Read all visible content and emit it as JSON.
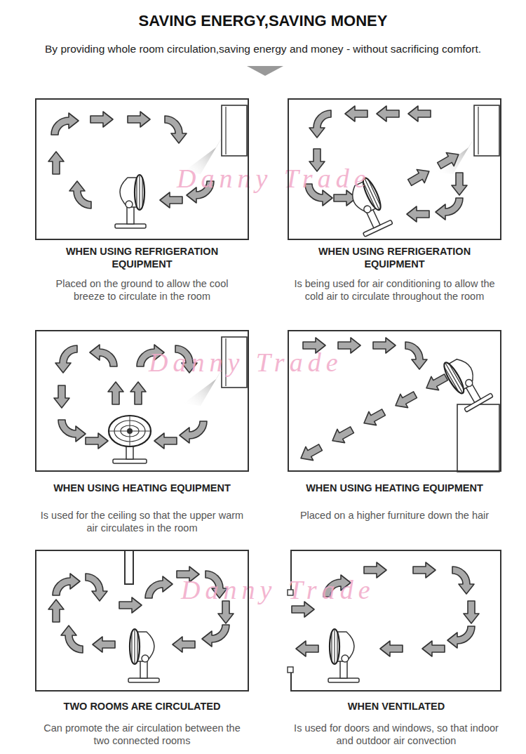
{
  "diagram": {
    "title": "SAVING ENERGY,SAVING MONEY",
    "nodes": [
      {
        "text": [
          "WHEN USING REFRIGERATION EQUIPMENT",
          "Placed on the ground to allow the cool breeze to circulate in the room"
        ]
      },
      {
        "text": [
          "WHEN USING REFRIGERATION EQUIPMENT",
          "Is being used for air conditioning to allow the cold air to circulate throughout the room"
        ]
      },
      {
        "text": [
          "WHEN USING HEATING EQUIPMENT",
          "Is used for the ceiling so that the upper warm air circulates in the room"
        ]
      },
      {
        "text": [
          "WHEN USING HEATING EQUIPMENT",
          "Placed on a higher furniture down the hair"
        ]
      },
      {
        "text": [
          "TWO ROOMS ARE CIRCULATED",
          "Can promote the air circulation between the two connected rooms"
        ]
      },
      {
        "text": [
          "WHEN VENTILATED",
          "Is used for doors and windows, so that indoor and outdoor air convection"
        ]
      }
    ],
    "labels": [
      "By providing whole room circulation,saving energy and money - without sacrificing comfort.",
      "Danny Trade",
      "Danny Trade",
      "Danny Trade"
    ]
  }
}
